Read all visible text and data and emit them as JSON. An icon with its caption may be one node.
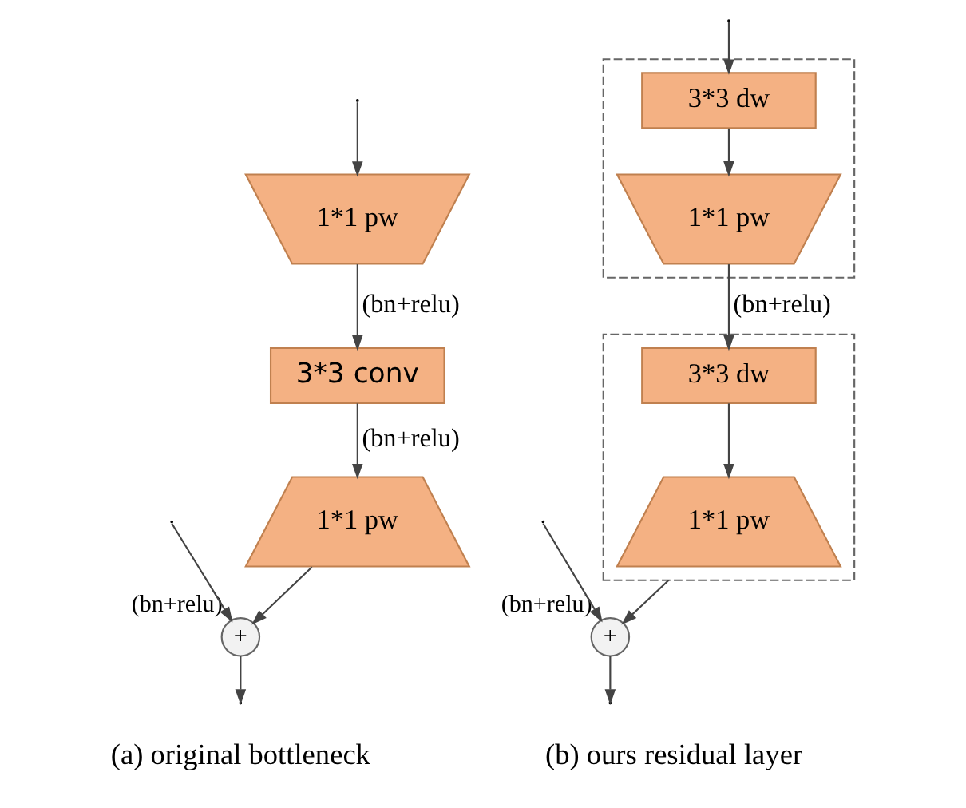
{
  "diagram": {
    "nodes": [
      {
        "text": [
          "1*1 pw"
        ]
      },
      {
        "text": [
          "3*3 conv"
        ]
      },
      {
        "text": [
          "1*1 pw"
        ]
      },
      {
        "text": [
          "+"
        ],
        "beside": [
          "(bn+relu)"
        ]
      },
      {
        "text": [],
        "shape": "box"
      },
      {
        "text": [
          "3*3 dw"
        ],
        "in": 4
      },
      {
        "text": [
          "1*1 pw"
        ],
        "in": 4
      },
      {
        "text": [],
        "shape": "box"
      },
      {
        "text": [
          "3*3 dw"
        ],
        "in": 7
      },
      {
        "text": [
          "1*1 pw"
        ],
        "in": 7
      },
      {
        "text": [
          "+"
        ],
        "beside": [
          "(bn+relu)"
        ]
      }
    ],
    "edges": [
      {
        "from": null,
        "to": 0,
        "arrow": "to"
      },
      {
        "from": 0,
        "to": 1,
        "label": "(bn+relu)",
        "arrow": "to"
      },
      {
        "from": 1,
        "to": 2,
        "label": "(bn+relu)",
        "arrow": "to"
      },
      {
        "from": 2,
        "to": 3,
        "arrow": "to"
      },
      {
        "from": null,
        "to": 3,
        "arrow": "to"
      },
      {
        "from": 3,
        "to": null,
        "arrow": "to"
      },
      {
        "from": null,
        "to": 5,
        "arrow": "to"
      },
      {
        "from": 5,
        "to": 6,
        "arrow": "to"
      },
      {
        "from": 6,
        "to": 8,
        "label": "(bn+relu)",
        "arrow": "to"
      },
      {
        "from": 8,
        "to": 9,
        "arrow": "to"
      },
      {
        "from": 7,
        "to": 10,
        "arrow": "to"
      },
      {
        "from": null,
        "to": 10,
        "arrow": "to"
      },
      {
        "from": 10,
        "to": null,
        "arrow": "to"
      }
    ],
    "labels": [
      "(a) original bottleneck",
      "(b) ours residual layer"
    ]
  }
}
